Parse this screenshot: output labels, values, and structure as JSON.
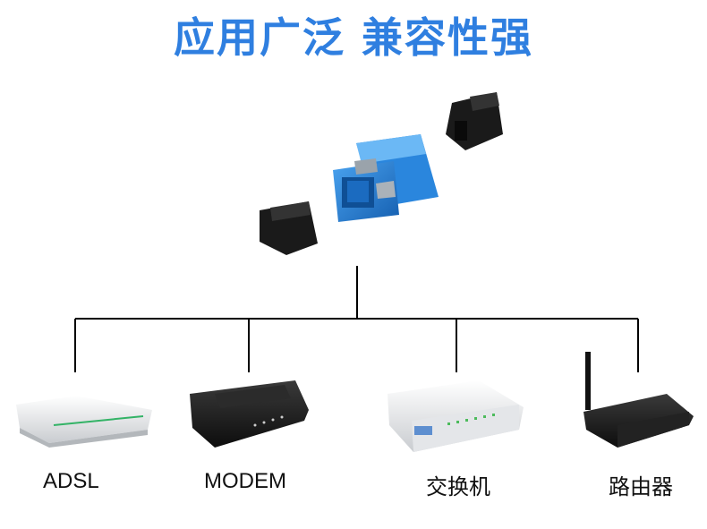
{
  "headline": "应用广泛 兼容性强",
  "colors": {
    "headline": "#2f7fe0",
    "adapter_blue": "#1f78d1",
    "cap_black": "#1a1a1a",
    "connector_line": "#000000"
  },
  "devices": [
    {
      "label": "ADSL",
      "icon": "adsl-router-icon"
    },
    {
      "label": "MODEM",
      "icon": "modem-icon"
    },
    {
      "label": "交换机",
      "icon": "network-switch-icon"
    },
    {
      "label": "路由器",
      "icon": "wireless-router-icon"
    }
  ],
  "center": {
    "icon": "sc-fiber-adapter-icon",
    "caps": "dust-cap-icon"
  }
}
